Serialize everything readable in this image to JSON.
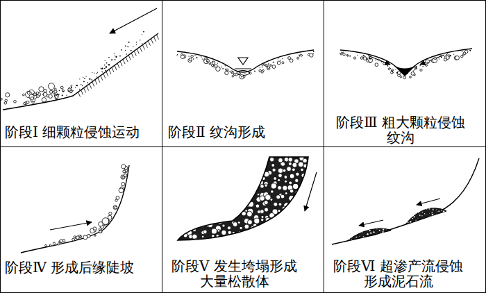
{
  "diagram": {
    "nodes": [
      {
        "text": [
          "阶段Ⅰ 细颗粒侵蚀运动"
        ]
      },
      {
        "text": [
          "阶段Ⅱ 纹沟形成"
        ]
      },
      {
        "text": [
          "阶段Ⅲ 粗大颗粒侵蚀纹沟"
        ]
      },
      {
        "text": [
          "阶段Ⅳ 形成后缘陡坡"
        ]
      },
      {
        "text": [
          "阶段Ⅴ 发生垮塌形成大量松散体"
        ]
      },
      {
        "text": [
          "阶段Ⅵ 超渗产流侵蚀形成泥石流"
        ]
      }
    ]
  }
}
